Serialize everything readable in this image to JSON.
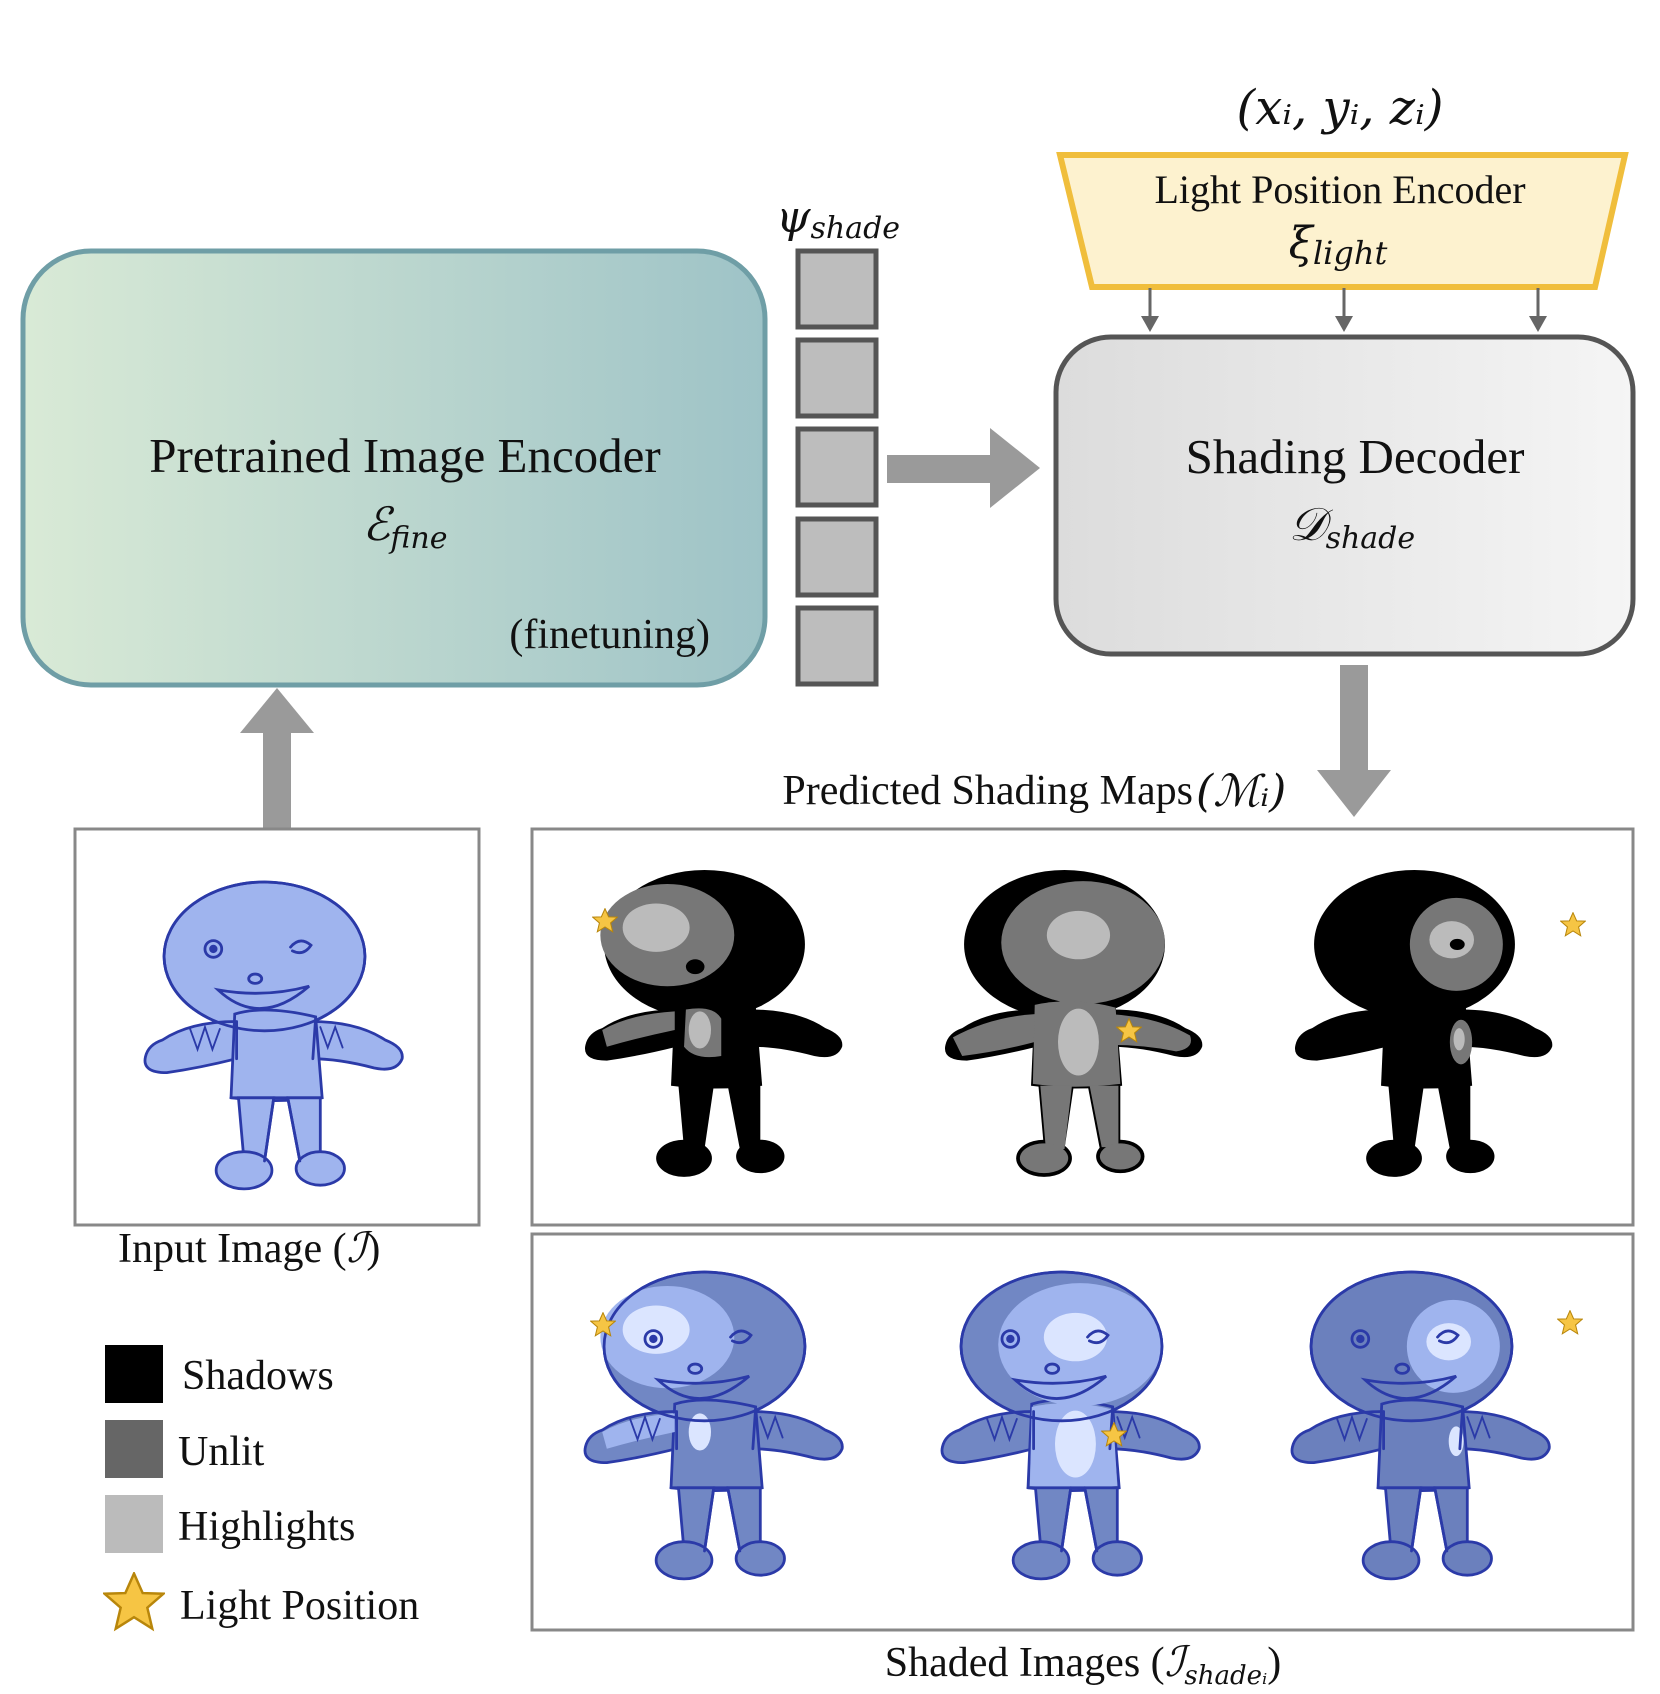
{
  "encoder": {
    "title": "Pretrained Image Encoder",
    "symbol": "ℰ",
    "symbol_sub": "fine",
    "note": "(finetuning)"
  },
  "feature": {
    "symbol": "ψ",
    "symbol_sub": "shade",
    "block_count": 5
  },
  "light_encoder": {
    "coords": "(xᵢ, yᵢ, zᵢ)",
    "title": "Light Position Encoder",
    "symbol": "ξ",
    "symbol_sub": "light"
  },
  "decoder": {
    "title": "Shading Decoder",
    "symbol": "𝒟",
    "symbol_sub": "shade"
  },
  "input": {
    "caption": "Input Image (",
    "symbol": "ℐ",
    "close": ")"
  },
  "maps": {
    "caption": "Predicted Shading Maps",
    "symbol": "(ℳᵢ)"
  },
  "shaded": {
    "caption": "Shaded Images (",
    "symbol": "ℐ",
    "symbol_sub": "shadeᵢ",
    "close": ")"
  },
  "legend": [
    {
      "label": "Shadows",
      "color": "#000000"
    },
    {
      "label": "Unlit",
      "color": "#666666"
    },
    {
      "label": "Highlights",
      "color": "#bbbbbb"
    },
    {
      "label": "Light Position",
      "color": "#f6c544"
    }
  ],
  "colors": {
    "encoder_fill_start": "#d9ead6",
    "encoder_fill_end": "#9ec3c7",
    "encoder_stroke": "#6f9ea6",
    "decoder_fill": "#eeeeee",
    "decoder_stroke": "#555555",
    "light_fill": "#fdf2cf",
    "light_stroke": "#f0be3c",
    "arrow": "#9a9a9a",
    "drawing_blue": "#9fb4ee",
    "drawing_line": "#2b3aa8"
  }
}
